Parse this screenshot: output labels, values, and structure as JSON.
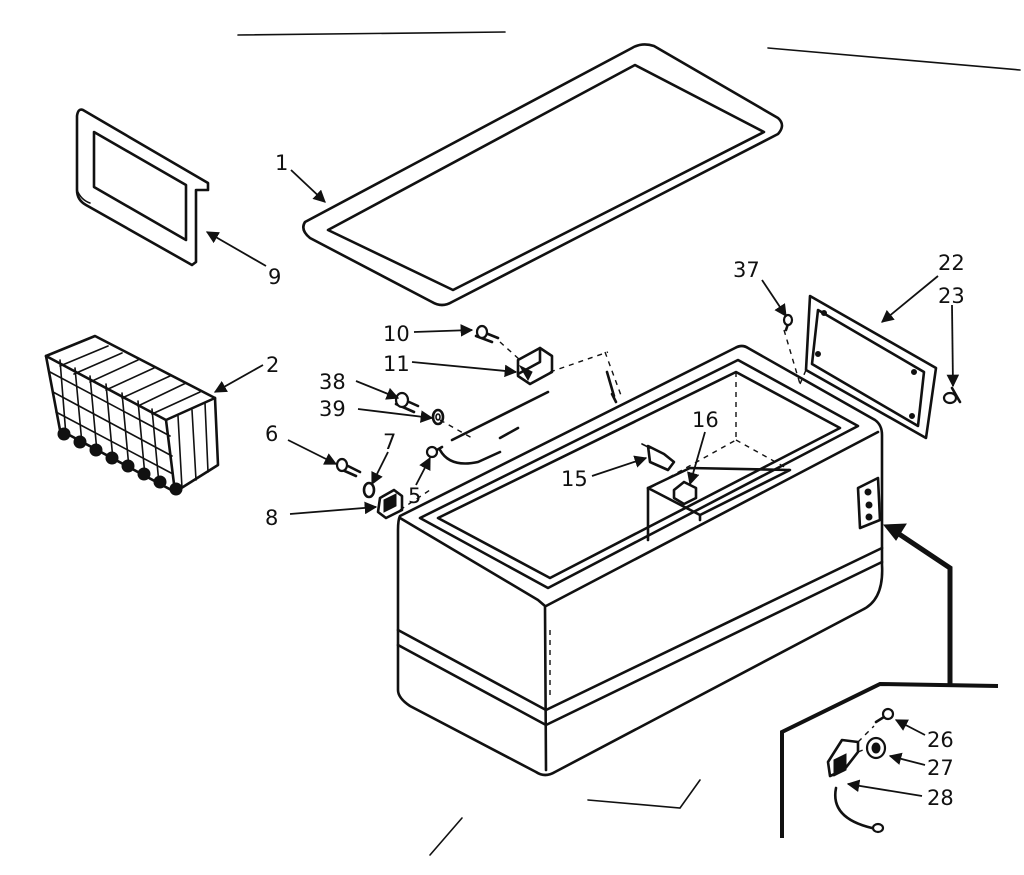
{
  "callouts": {
    "c1": "1",
    "c2": "2",
    "c5": "5",
    "c6": "6",
    "c7": "7",
    "c8": "8",
    "c9": "9",
    "c10": "10",
    "c11": "11",
    "c15": "15",
    "c16": "16",
    "c22": "22",
    "c23": "23",
    "c26": "26",
    "c27": "27",
    "c28": "28",
    "c37": "37",
    "c38": "38",
    "c39": "39"
  },
  "colors": {
    "ink": "#111111",
    "paper": "#ffffff"
  }
}
